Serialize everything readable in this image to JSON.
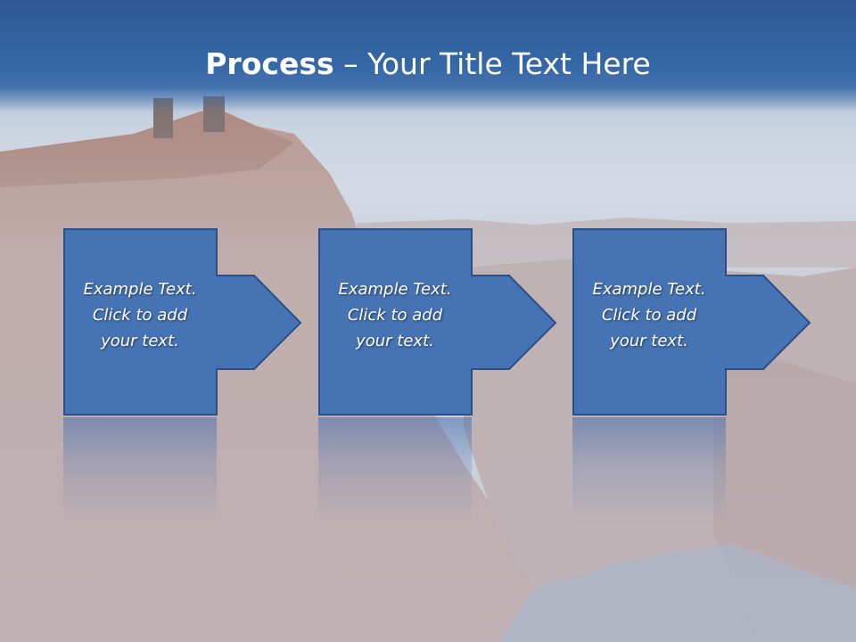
{
  "slide": {
    "title_bold": "Process",
    "title_rest": " – Your Title Text Here",
    "steps": [
      {
        "text": "Example Text.\nClick  to add\nyour text."
      },
      {
        "text": "Example Text.\nClick  to add\nyour text."
      },
      {
        "text": "Example Text.\nClick  to add\nyour text."
      }
    ]
  },
  "colors": {
    "title_bar": "#3466a6",
    "step_fill": "#4673b3",
    "step_border": "#2a4f86",
    "text": "#ffffff"
  },
  "icons": {
    "arrow": "right-arrow-icon"
  }
}
